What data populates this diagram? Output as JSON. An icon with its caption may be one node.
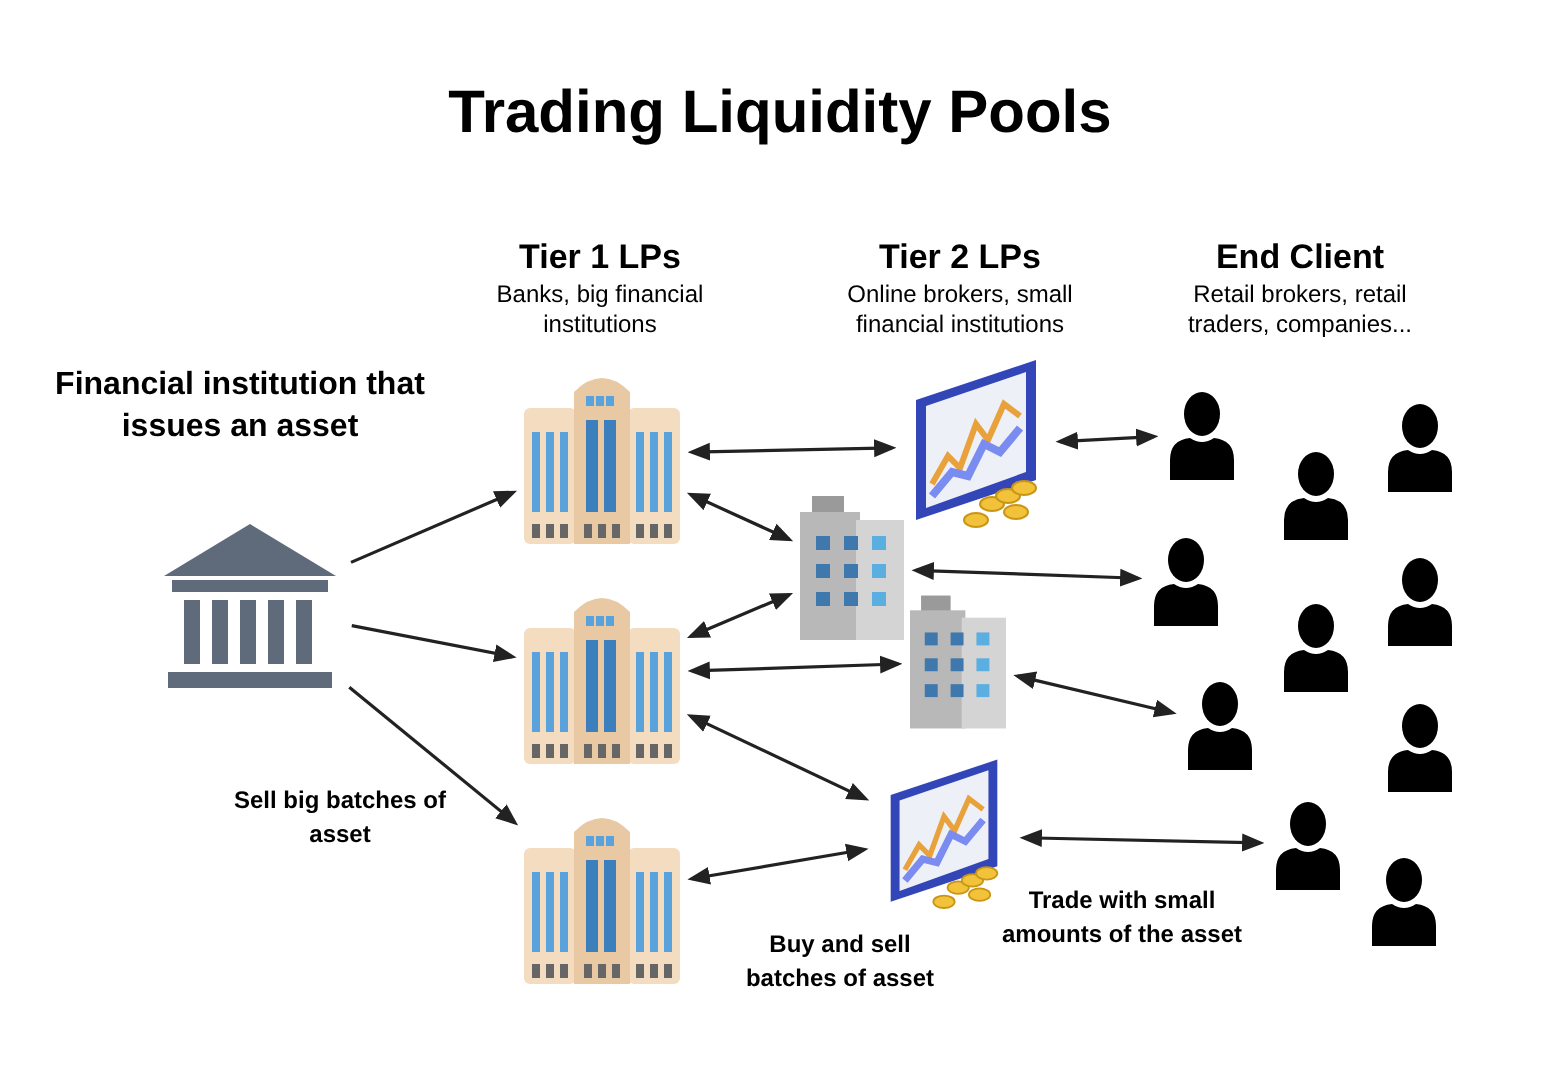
{
  "diagram": {
    "title": "Trading Liquidity Pools",
    "nodes": [
      {
        "text": [
          "Financial institution that issues an asset"
        ]
      },
      {
        "text": [],
        "shape": "picture"
      },
      {
        "text": [],
        "shape": "picture"
      },
      {
        "text": [],
        "shape": "picture"
      },
      {
        "text": [],
        "shape": "picture"
      },
      {
        "text": [],
        "shape": "picture"
      },
      {
        "text": [],
        "shape": "picture"
      },
      {
        "text": [],
        "shape": "picture"
      },
      {
        "text": [],
        "shape": "person"
      },
      {
        "text": [],
        "shape": "person"
      },
      {
        "text": [],
        "shape": "person"
      },
      {
        "text": [],
        "shape": "person"
      },
      {
        "text": [],
        "shape": "person"
      },
      {
        "text": [],
        "shape": "person"
      },
      {
        "text": [],
        "shape": "person"
      },
      {
        "text": [],
        "shape": "person"
      },
      {
        "text": [],
        "shape": "person"
      },
      {
        "text": [],
        "shape": "person"
      }
    ],
    "edges": [
      {
        "from": 0,
        "to": 1,
        "arrow": "to"
      },
      {
        "from": 0,
        "to": 2,
        "arrow": "to"
      },
      {
        "from": 0,
        "to": 3,
        "arrow": "to"
      },
      {
        "from": 1,
        "to": 4,
        "arrow": "both"
      },
      {
        "from": 1,
        "to": 5,
        "arrow": "both"
      },
      {
        "from": 2,
        "to": 5,
        "arrow": "both"
      },
      {
        "from": 2,
        "to": 6,
        "arrow": "both"
      },
      {
        "from": 2,
        "to": 7,
        "arrow": "both"
      },
      {
        "from": 3,
        "to": 7,
        "arrow": "both"
      },
      {
        "from": 4,
        "to": 8,
        "arrow": "both"
      },
      {
        "from": 5,
        "to": 11,
        "arrow": "both"
      },
      {
        "from": 6,
        "to": 14,
        "arrow": "both"
      },
      {
        "from": 7,
        "to": 16,
        "arrow": "both"
      }
    ],
    "labels": [
      "Tier 1 LPs",
      "Banks, big financial institutions",
      "Tier 2 LPs",
      "Online brokers, small financial institutions",
      "End Client",
      "Retail brokers, retail traders, companies...",
      "Sell big batches of asset",
      "Buy and sell batches of asset",
      "Trade with small amounts of the asset"
    ]
  }
}
